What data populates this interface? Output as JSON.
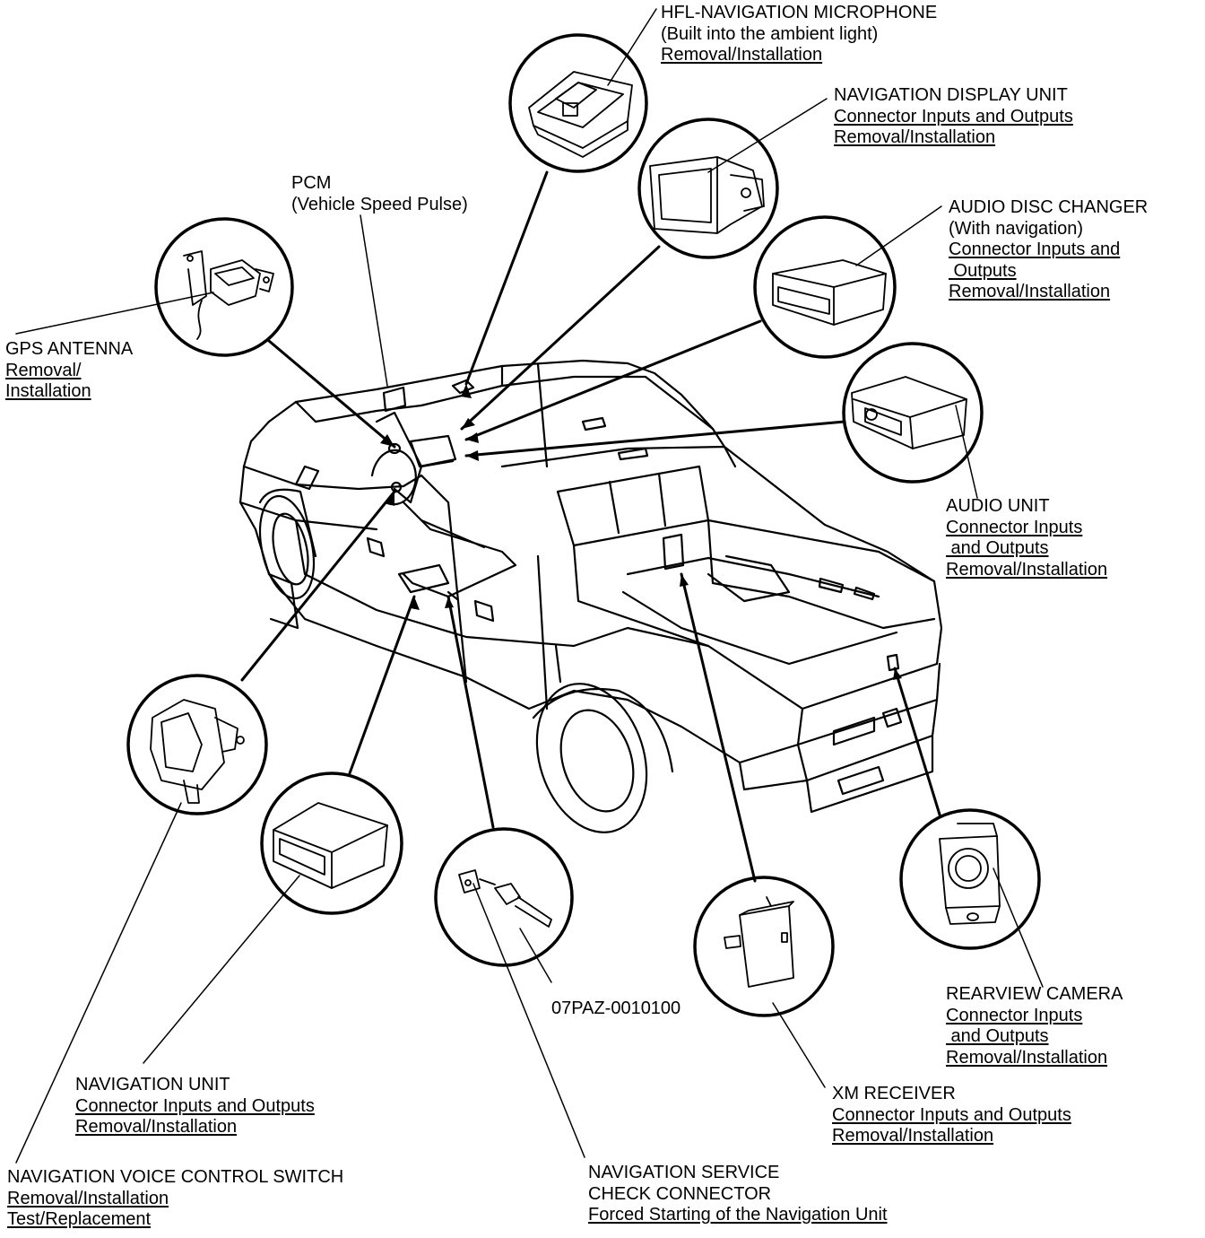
{
  "labels": {
    "hfl_mic": {
      "title": "HFL-NAVIGATION MICROPHONE",
      "note": "(Built into the ambient light)",
      "links": [
        "Removal/Installation"
      ]
    },
    "nav_display": {
      "title": "NAVIGATION DISPLAY UNIT",
      "links": [
        "Connector Inputs and Outputs",
        "Removal/Installation"
      ]
    },
    "pcm": {
      "title": "PCM",
      "note": "(Vehicle Speed Pulse)"
    },
    "disc_changer": {
      "title": "AUDIO DISC CHANGER",
      "note": "(With navigation)",
      "links": [
        "Connector Inputs and",
        " Outputs",
        "Removal/Installation"
      ]
    },
    "gps": {
      "title": "GPS ANTENNA",
      "links": [
        "Removal/",
        "Installation"
      ]
    },
    "audio_unit": {
      "title": "AUDIO UNIT",
      "links": [
        "Connector Inputs",
        " and Outputs",
        "Removal/Installation"
      ]
    },
    "rearview": {
      "title": "REARVIEW CAMERA",
      "links": [
        "Connector Inputs",
        " and Outputs",
        "Removal/Installation"
      ]
    },
    "tool": {
      "title": "07PAZ-0010100"
    },
    "xm": {
      "title": "XM RECEIVER",
      "links": [
        "Connector Inputs and Outputs",
        "Removal/Installation"
      ]
    },
    "nav_unit": {
      "title": "NAVIGATION UNIT",
      "links": [
        "Connector Inputs and Outputs",
        "Removal/Installation"
      ]
    },
    "voice_switch": {
      "title": "NAVIGATION VOICE CONTROL SWITCH",
      "links": [
        "Removal/Installation",
        "Test/Replacement"
      ]
    },
    "service_conn": {
      "title": "NAVIGATION SERVICE",
      "title2": "CHECK CONNECTOR",
      "links": [
        "Forced Starting of the Navigation Unit"
      ]
    }
  }
}
